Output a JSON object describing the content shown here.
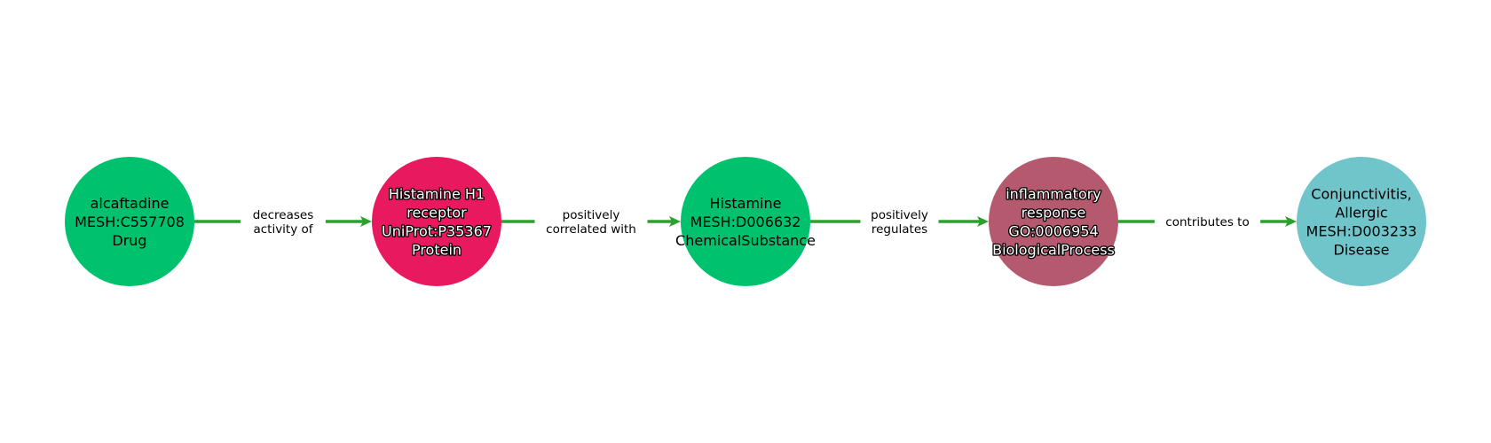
{
  "colors": {
    "edge": "#2ca02c"
  },
  "nodes": [
    {
      "lines": [
        "alcaftadine",
        "MESH:C557708",
        "Drug"
      ],
      "color": "#00c26e",
      "text_style": "light"
    },
    {
      "lines": [
        "Histamine H1",
        "receptor",
        "UniProt:P35367",
        "Protein"
      ],
      "color": "#e8195f",
      "text_style": "dark"
    },
    {
      "lines": [
        "Histamine",
        "MESH:D006632",
        "ChemicalSubstance"
      ],
      "color": "#00c26e",
      "text_style": "light"
    },
    {
      "lines": [
        "inflammatory",
        "response",
        "GO:0006954",
        "BiologicalProcess"
      ],
      "color": "#b55a6e",
      "text_style": "dark"
    },
    {
      "lines": [
        "Conjunctivitis,",
        "Allergic",
        "MESH:D003233",
        "Disease"
      ],
      "color": "#70c5ca",
      "text_style": "light"
    }
  ],
  "edges": [
    {
      "from": 0,
      "to": 1,
      "lines": [
        "decreases",
        "activity of"
      ]
    },
    {
      "from": 1,
      "to": 2,
      "lines": [
        "positively",
        "correlated with"
      ]
    },
    {
      "from": 2,
      "to": 3,
      "lines": [
        "positively",
        "regulates"
      ]
    },
    {
      "from": 3,
      "to": 4,
      "lines": [
        "contributes to"
      ]
    }
  ]
}
